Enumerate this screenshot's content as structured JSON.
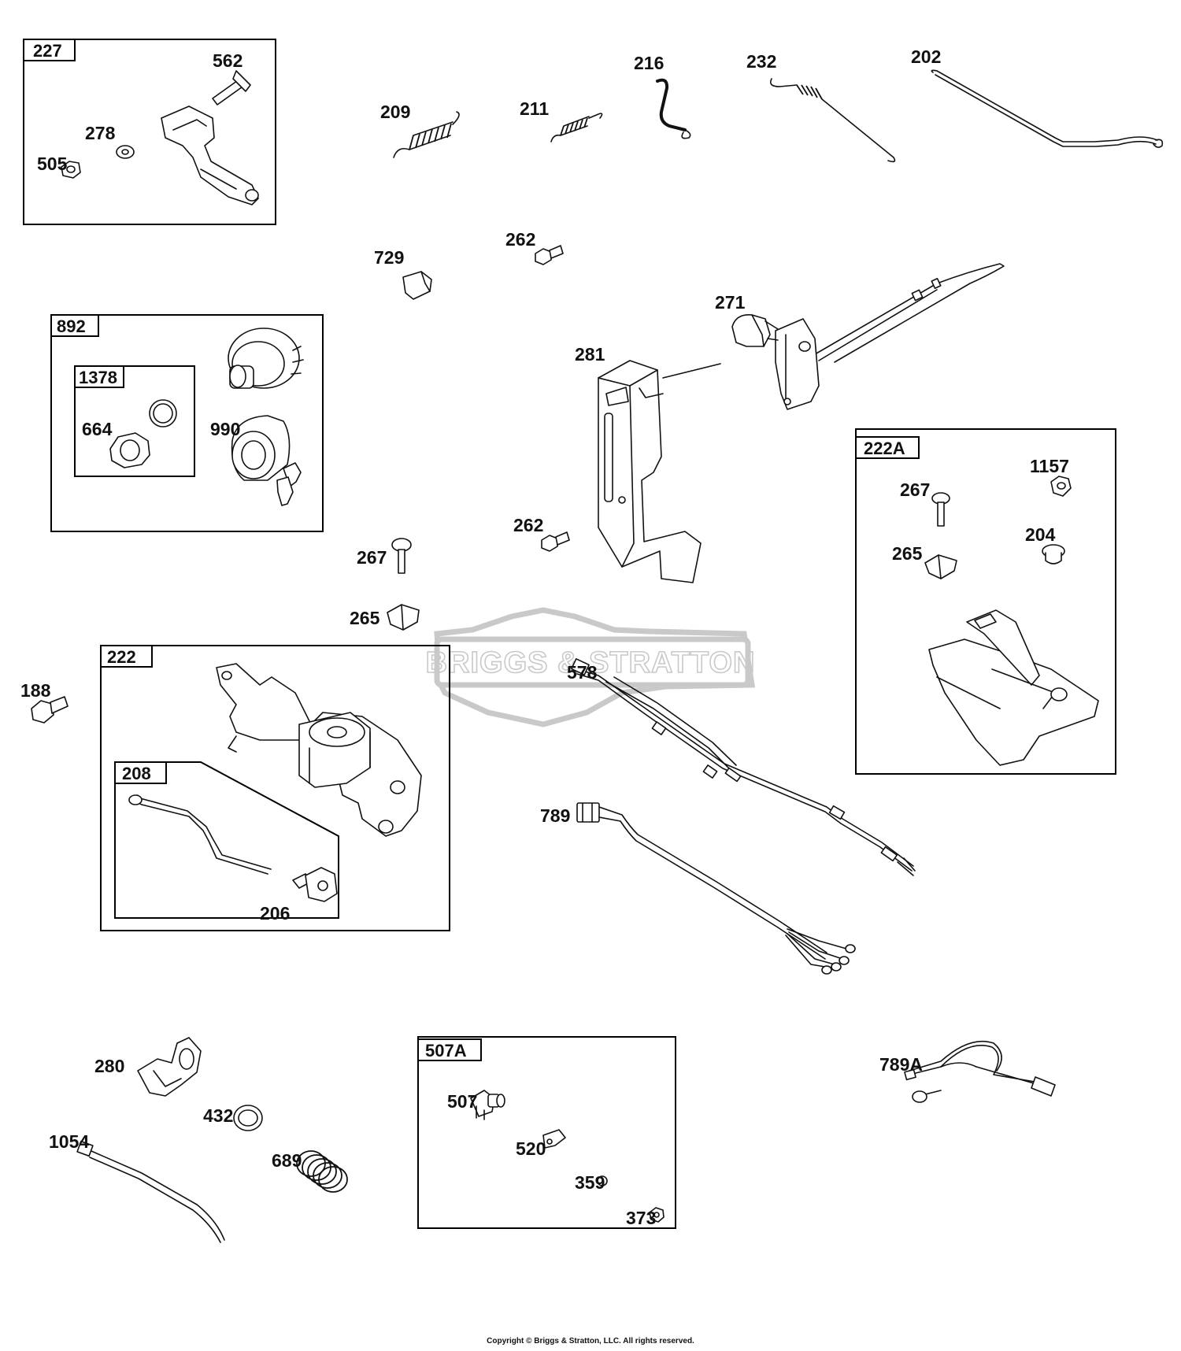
{
  "watermark": {
    "brand_text": "BRIGGS & STRATTON",
    "color": "#c9c9c9"
  },
  "groups": {
    "g227": "227",
    "g892": "892",
    "g1378": "1378",
    "g222A": "222A",
    "g222": "222",
    "g208": "208",
    "g507A": "507A"
  },
  "parts": {
    "p562": "562",
    "p278": "278",
    "p505": "505",
    "p209": "209",
    "p211": "211",
    "p216": "216",
    "p232": "232",
    "p202": "202",
    "p729": "729",
    "p262a": "262",
    "p271": "271",
    "p281": "281",
    "p262b": "262",
    "p664": "664",
    "p990": "990",
    "p1157": "1157",
    "p267a": "267",
    "p265a": "265",
    "p204": "204",
    "p267b": "267",
    "p265b": "265",
    "p188": "188",
    "p578": "578",
    "p789": "789",
    "p206": "206",
    "p280": "280",
    "p432": "432",
    "p689": "689",
    "p1054": "1054",
    "p507": "507",
    "p520": "520",
    "p359": "359",
    "p373": "373",
    "p789A": "789A"
  },
  "footer": {
    "copyright": "Copyright © Briggs & Stratton, LLC. All rights reserved."
  }
}
